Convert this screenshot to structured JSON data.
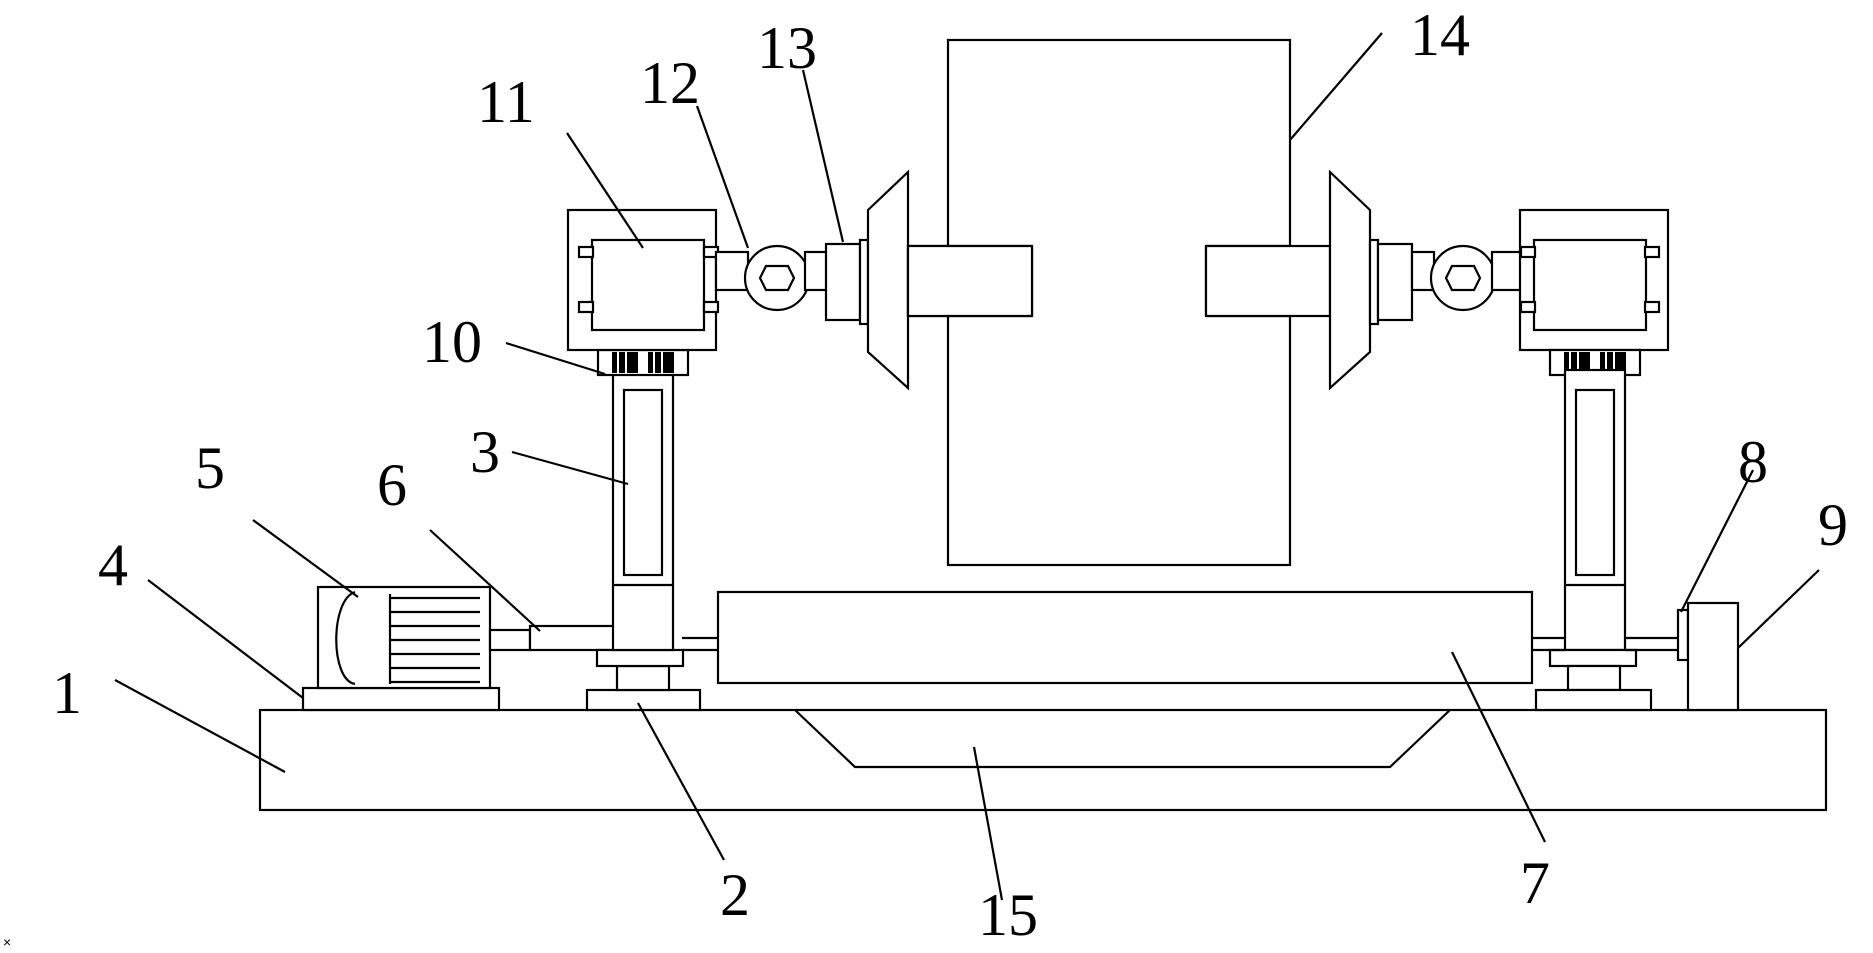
{
  "diagram": {
    "labels": {
      "l1": "1",
      "l2": "2",
      "l3": "3",
      "l4": "4",
      "l5": "5",
      "l6": "6",
      "l7": "7",
      "l8": "8",
      "l9": "9",
      "l10": "10",
      "l11": "11",
      "l12": "12",
      "l13": "13",
      "l14": "14",
      "l15": "15"
    },
    "corner_mark": "×"
  }
}
